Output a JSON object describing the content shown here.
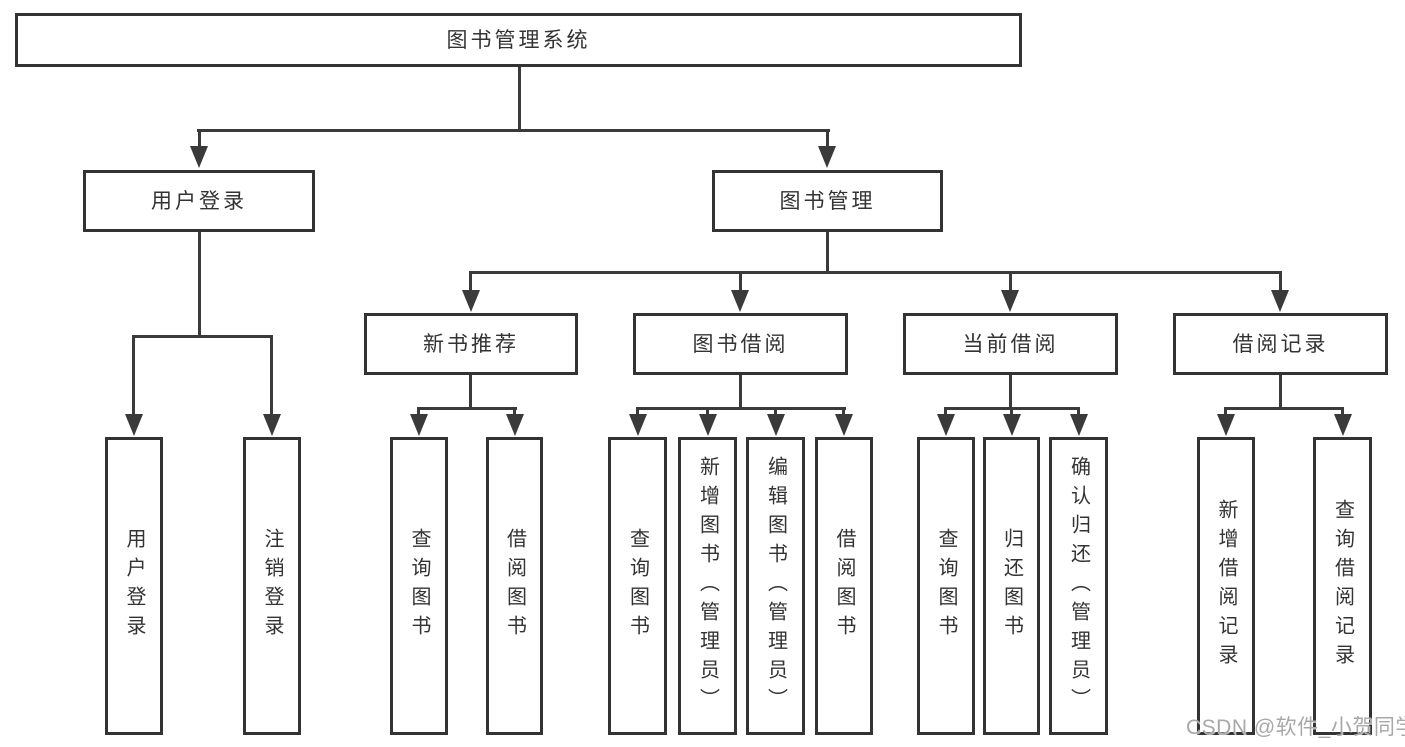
{
  "colors": {
    "line": "#3a3a3a",
    "box_border": "#333333",
    "text": "#333333",
    "watermark": "#a8a8a8",
    "background": "#ffffff"
  },
  "tree": {
    "root": {
      "label": "图书管理系统"
    },
    "branches": [
      {
        "label": "用户登录",
        "children": [
          {
            "label": "用户登录"
          },
          {
            "label": "注销登录"
          }
        ]
      },
      {
        "label": "图书管理",
        "children": [
          {
            "label": "新书推荐",
            "children": [
              {
                "label": "查询图书"
              },
              {
                "label": "借阅图书"
              }
            ]
          },
          {
            "label": "图书借阅",
            "children": [
              {
                "label": "查询图书"
              },
              {
                "label": "新增图书（管理员）"
              },
              {
                "label": "编辑图书（管理员）"
              },
              {
                "label": "借阅图书"
              }
            ]
          },
          {
            "label": "当前借阅",
            "children": [
              {
                "label": "查询图书"
              },
              {
                "label": "归还图书"
              },
              {
                "label": "确认归还（管理员）"
              }
            ]
          },
          {
            "label": "借阅记录",
            "children": [
              {
                "label": "新增借阅记录"
              },
              {
                "label": "查询借阅记录"
              }
            ]
          }
        ]
      }
    ]
  },
  "watermark": {
    "text": "CSDN @软件_小贺同学"
  }
}
